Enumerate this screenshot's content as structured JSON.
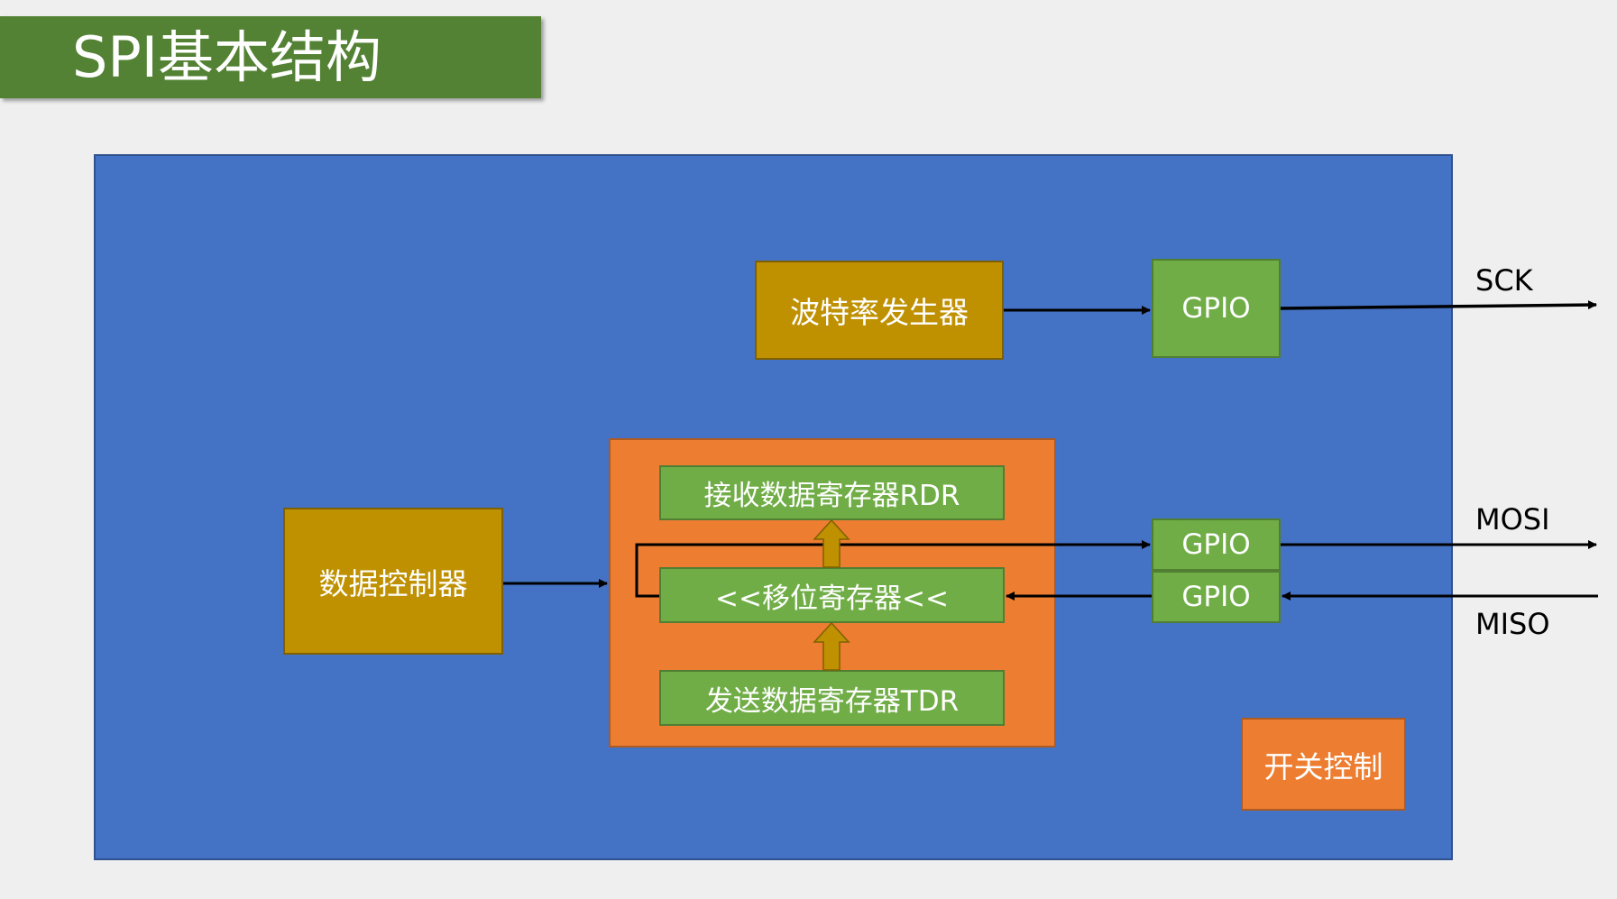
{
  "title": "SPI基本结构",
  "blocks": {
    "baud_generator": "波特率发生器",
    "data_controller": "数据控制器",
    "rx_register": "接收数据寄存器RDR",
    "shift_register": "<<移位寄存器<<",
    "tx_register": "发送数据寄存器TDR",
    "switch_control": "开关控制",
    "gpio_sck": "GPIO",
    "gpio_mosi": "GPIO",
    "gpio_miso": "GPIO"
  },
  "signals": {
    "sck": "SCK",
    "mosi": "MOSI",
    "miso": "MISO"
  },
  "colors": {
    "background": "#efefef",
    "title_banner": "#548235",
    "chip": "#4472c4",
    "gold_block": "#bf9000",
    "green_block": "#70ad47",
    "orange_block": "#ed7d31",
    "wire": "#000000"
  }
}
